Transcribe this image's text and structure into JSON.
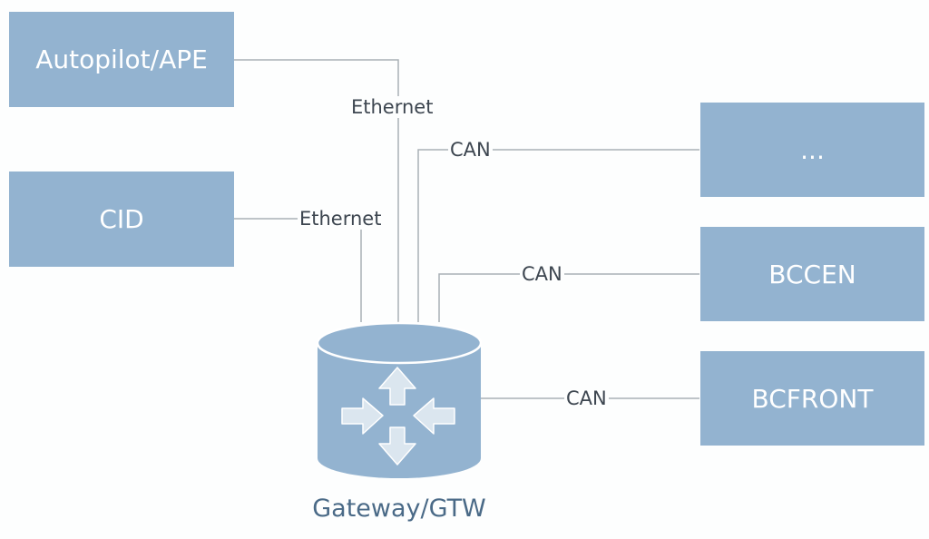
{
  "diagram": {
    "nodes": {
      "autopilot": "Autopilot/APE",
      "cid": "CID",
      "more": "...",
      "bccen": "BCCEN",
      "bcfront": "BCFRONT",
      "gateway": "Gateway/GTW"
    },
    "links": [
      {
        "from": "Autopilot/APE",
        "to": "Gateway/GTW",
        "label": "Ethernet"
      },
      {
        "from": "CID",
        "to": "Gateway/GTW",
        "label": "Ethernet"
      },
      {
        "from": "...",
        "to": "Gateway/GTW",
        "label": "CAN"
      },
      {
        "from": "BCCEN",
        "to": "Gateway/GTW",
        "label": "CAN"
      },
      {
        "from": "BCFRONT",
        "to": "Gateway/GTW",
        "label": "CAN"
      }
    ],
    "colors": {
      "node_fill": "#93b3d0",
      "node_text": "#ffffff",
      "line": "#a9b0b6",
      "label_text": "#3d4650",
      "gateway_label": "#4a6a87"
    }
  }
}
